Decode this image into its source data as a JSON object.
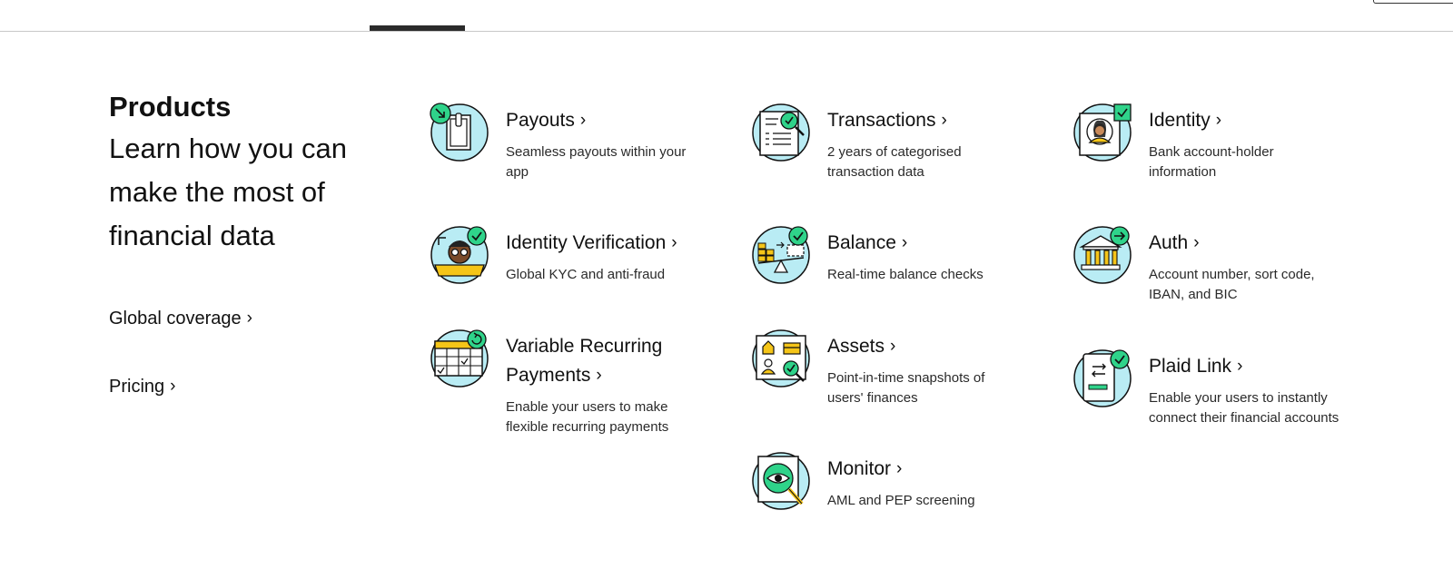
{
  "intro": {
    "title": "Products",
    "subtitle": "Learn how you can make the most of financial data"
  },
  "links": {
    "global_coverage": "Global coverage",
    "pricing": "Pricing",
    "chevron": "›"
  },
  "products": {
    "payouts": {
      "title": "Payouts",
      "desc": "Seamless payouts within your app",
      "icon": "payouts-icon"
    },
    "identity_verification": {
      "title": "Identity Verification",
      "desc": "Global KYC and anti-fraud",
      "icon": "identity-verification-icon"
    },
    "variable_recurring": {
      "title": "Variable Recurring Payments",
      "desc": "Enable your users to make flexible recurring payments",
      "icon": "calendar-recurring-icon"
    },
    "transactions": {
      "title": "Transactions",
      "desc": "2 years of categorised transaction data",
      "icon": "transactions-icon"
    },
    "balance": {
      "title": "Balance",
      "desc": "Real-time balance checks",
      "icon": "balance-scale-icon"
    },
    "assets": {
      "title": "Assets",
      "desc": "Point-in-time snapshots of users' finances",
      "icon": "assets-icon"
    },
    "monitor": {
      "title": "Monitor",
      "desc": "AML and PEP screening",
      "icon": "monitor-eye-icon"
    },
    "identity": {
      "title": "Identity",
      "desc": "Bank account-holder information",
      "icon": "identity-portrait-icon"
    },
    "auth": {
      "title": "Auth",
      "desc": "Account number, sort code, IBAN, and BIC",
      "icon": "bank-auth-icon"
    },
    "plaid_link": {
      "title": "Plaid Link",
      "desc": "Enable your users to instantly connect their financial accounts",
      "icon": "plaid-link-icon"
    }
  },
  "colors": {
    "icon_fill": "#b9ecf4",
    "check_green": "#2fd38a",
    "accent_yellow": "#f5c518",
    "ink": "#111111"
  }
}
